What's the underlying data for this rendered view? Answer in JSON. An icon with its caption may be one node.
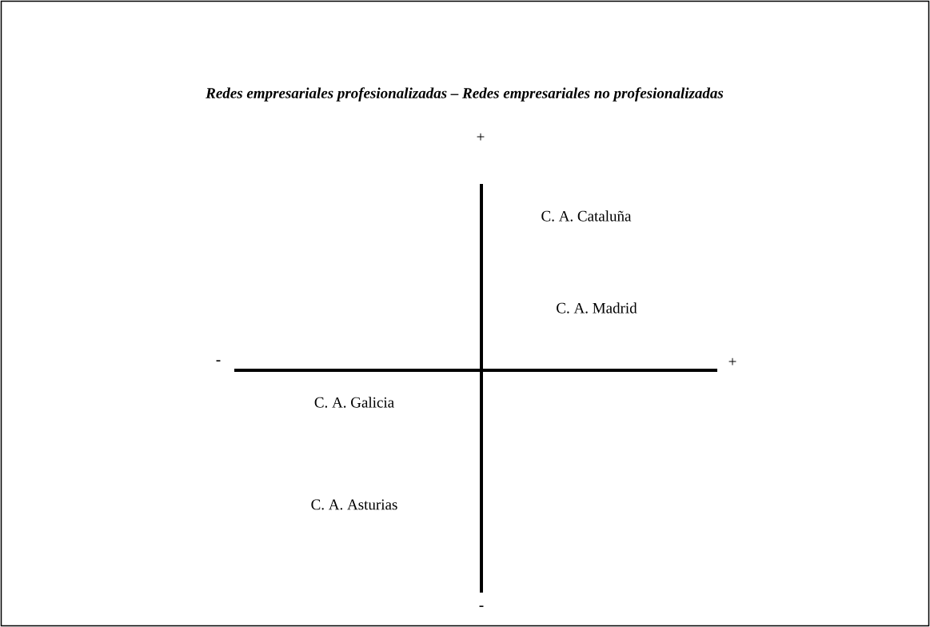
{
  "diagram": {
    "title": "Redes empresariales profesionalizadas – Redes empresariales no profesionalizadas",
    "labels": [
      "+",
      "C. A. Cataluña",
      "C. A. Madrid",
      "-",
      "+",
      "C. A. Galicia",
      "C. A. Asturias",
      "-"
    ]
  }
}
